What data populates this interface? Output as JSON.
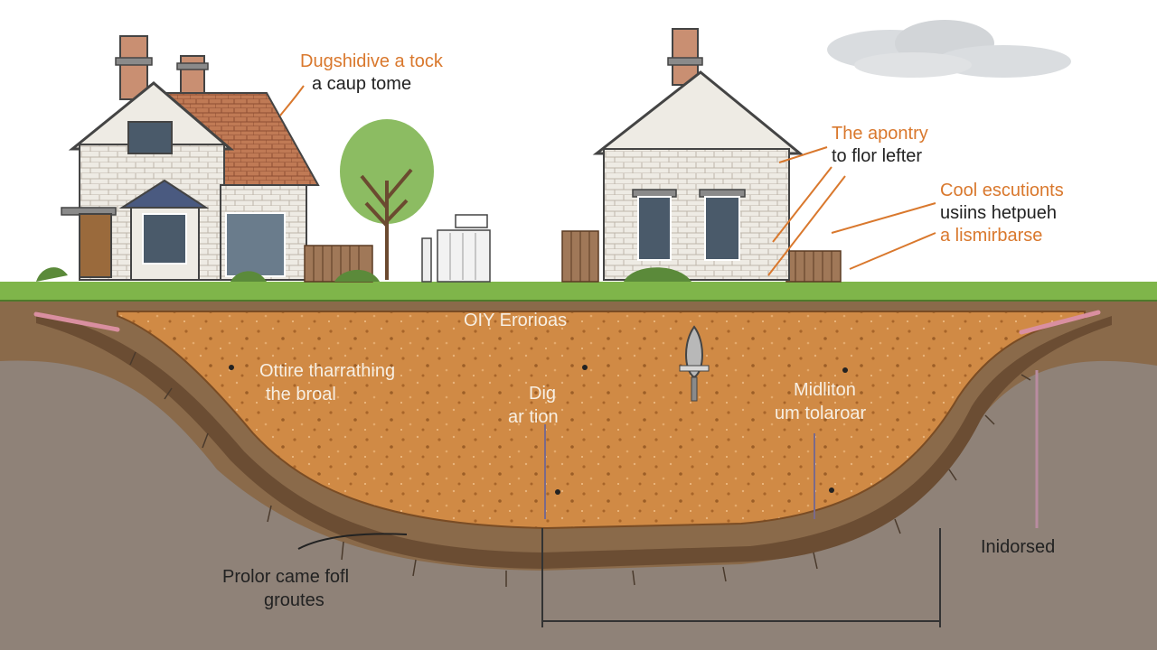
{
  "annotations": {
    "top_left": {
      "line1": "Dugshidive a tock",
      "line2": "a caup tome"
    },
    "right_house": {
      "line1": "The apontry",
      "line2": "to flor lefter"
    },
    "right_side": {
      "line1": "Cool escutionts",
      "line2": "usiins hetpueh",
      "line3": "a lismirbarse"
    },
    "pit_title": "OIY Erorioas",
    "pit_left": {
      "line1": "Ottire tharrathing",
      "line2": "the broal"
    },
    "pit_center": {
      "line1": "Dig",
      "line2": "ar tion"
    },
    "pit_right": {
      "line1": "Midliton",
      "line2": "um tolaroar"
    },
    "bottom_left": {
      "line1": "Prolor came fofl",
      "line2": "groutes"
    },
    "bottom_right": "Inidorsed"
  },
  "colors": {
    "sky": "#ffffff",
    "grass": "#7fb54a",
    "topsoil": "#8a6a4a",
    "excavation": "#d08a45",
    "subsoil": "#8f8278",
    "house_wall": "#eeebe4",
    "roof": "#c07a55",
    "annotation_orange": "#d9782d"
  }
}
